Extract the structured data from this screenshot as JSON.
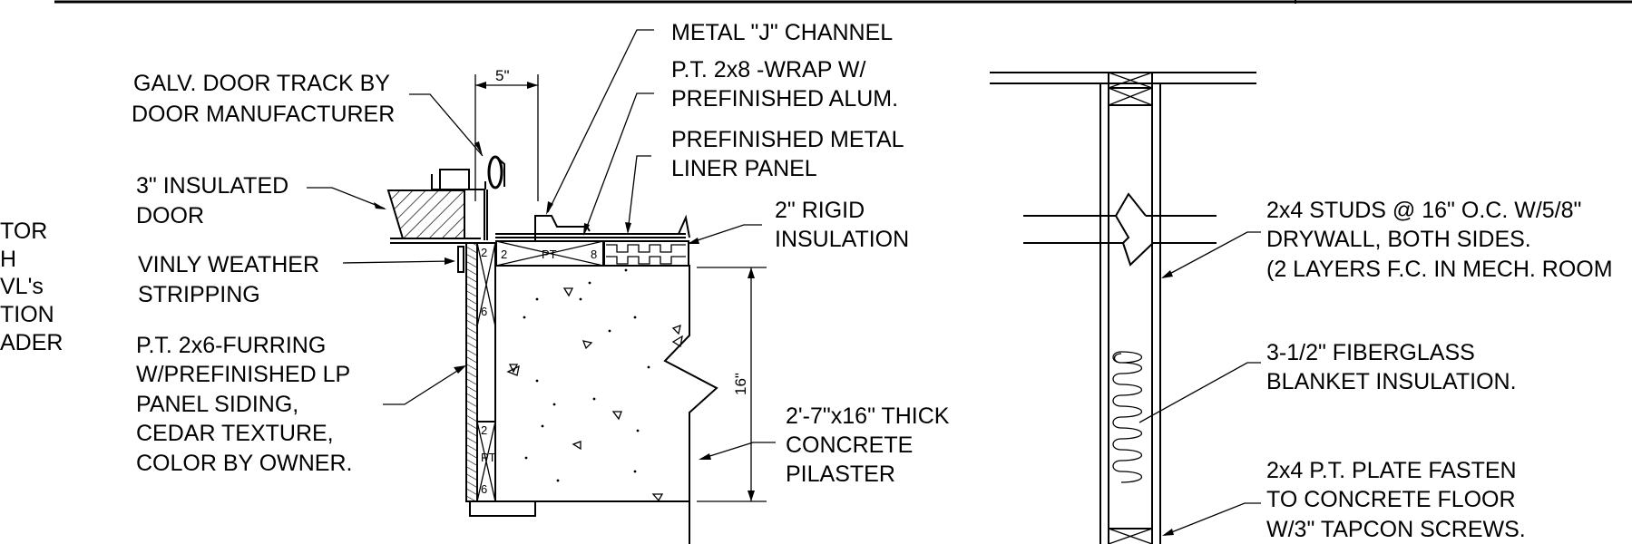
{
  "left_notes": [
    "TOR",
    "H",
    "VL's",
    "TION",
    "ADER"
  ],
  "labels": {
    "dim_5": "5\"",
    "door_track": [
      "GALV. DOOR TRACK BY",
      "DOOR MANUFACTURER"
    ],
    "insulated_door": [
      "3\" INSULATED",
      "DOOR"
    ],
    "weather_strip": [
      "VINLY WEATHER",
      "STRIPPING"
    ],
    "furring": [
      "P.T. 2x6-FURRING",
      "W/PREFINISHED LP",
      "PANEL SIDING,",
      "CEDAR TEXTURE,",
      "COLOR BY OWNER."
    ],
    "j_channel": "METAL \"J\" CHANNEL",
    "pt_wrap": [
      "P.T. 2x8 -WRAP W/",
      "PREFINISHED ALUM."
    ],
    "liner_panel": [
      "PREFINISHED METAL",
      "LINER PANEL"
    ],
    "rigid_insulation": [
      "2\" RIGID",
      "INSULATION"
    ],
    "dim_16": "16\"",
    "pilaster": [
      "2'-7\"x16\" THICK",
      "CONCRETE",
      "PILASTER"
    ],
    "studs": [
      "2x4 STUDS @ 16\" O.C. W/5/8\"",
      "DRYWALL, BOTH SIDES.",
      "(2 LAYERS F.C. IN MECH. ROOM"
    ],
    "fiberglass": [
      "3-1/2\" FIBERGLASS",
      "BLANKET INSULATION."
    ],
    "plate": [
      "2x4 P.T. PLATE FASTEN",
      "TO CONCRETE FLOOR",
      "W/3\" TAPCON SCREWS."
    ]
  },
  "member_marks": {
    "left_2": "2",
    "left_6": "6",
    "plate_2": "2",
    "plate_pt": "PT",
    "plate_8": "8",
    "lower_2": "2",
    "lower_pt": "PT",
    "lower_6": "6"
  }
}
